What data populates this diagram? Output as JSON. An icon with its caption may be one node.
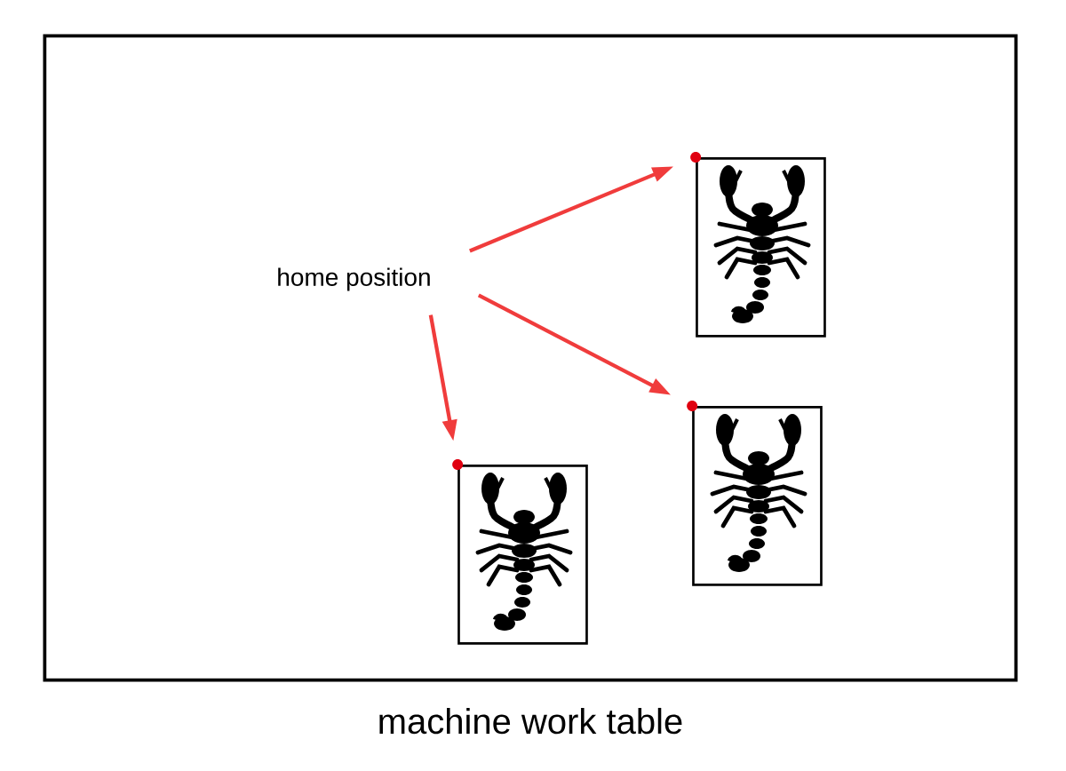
{
  "diagram": {
    "nodes": [
      {
        "text": [
          "machine work table"
        ]
      },
      {
        "text": [
          "home position"
        ],
        "in": 0
      },
      {
        "text": [],
        "shape": "picture",
        "in": 0
      },
      {
        "text": [],
        "shape": "picture",
        "in": 0
      },
      {
        "text": [],
        "shape": "picture",
        "in": 0
      }
    ],
    "edges": [
      {
        "from": 1,
        "to": 2,
        "arrow": "to"
      },
      {
        "from": 1,
        "to": 3,
        "arrow": "to"
      },
      {
        "from": 1,
        "to": 4,
        "arrow": "to"
      }
    ]
  }
}
